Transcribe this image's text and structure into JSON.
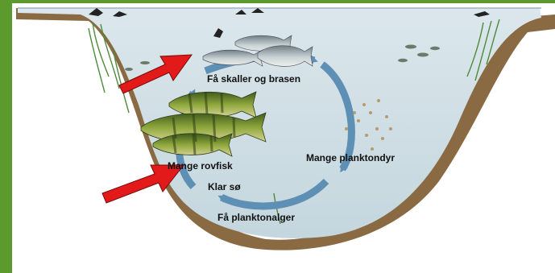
{
  "colors": {
    "frame_green": "#5c9a2e",
    "water": "#cfdde3",
    "bank": "#8a6a42",
    "cycle_arrow": "#5e8fb4",
    "red_arrow": "#e21a1a"
  },
  "labels": {
    "few_roach_bream": "Få skaller og brasen",
    "many_zooplankton": "Mange planktondyr",
    "many_predator_fish": "Mange rovfisk",
    "clear_lake": "Klar sø",
    "few_plankton_algae": "Få planktonalger"
  },
  "icons": [
    "fish-icon",
    "perch-icon",
    "bird-icon",
    "zooplankton-icon",
    "water-plant-icon",
    "red-arrow-icon",
    "cycle-arrow-icon"
  ]
}
